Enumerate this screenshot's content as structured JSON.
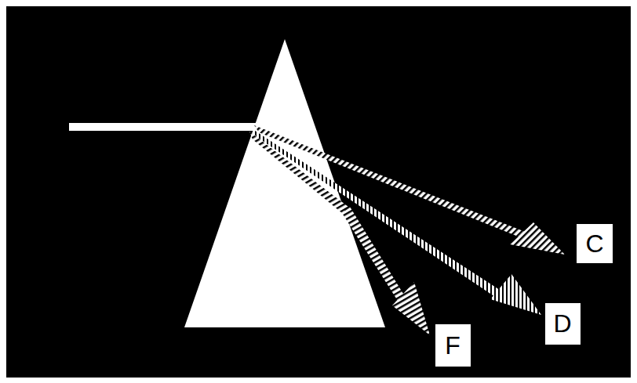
{
  "diagram": {
    "nodes": [
      {
        "text": [
          "C"
        ]
      },
      {
        "text": [
          "D"
        ]
      },
      {
        "text": [
          "F"
        ]
      }
    ]
  }
}
